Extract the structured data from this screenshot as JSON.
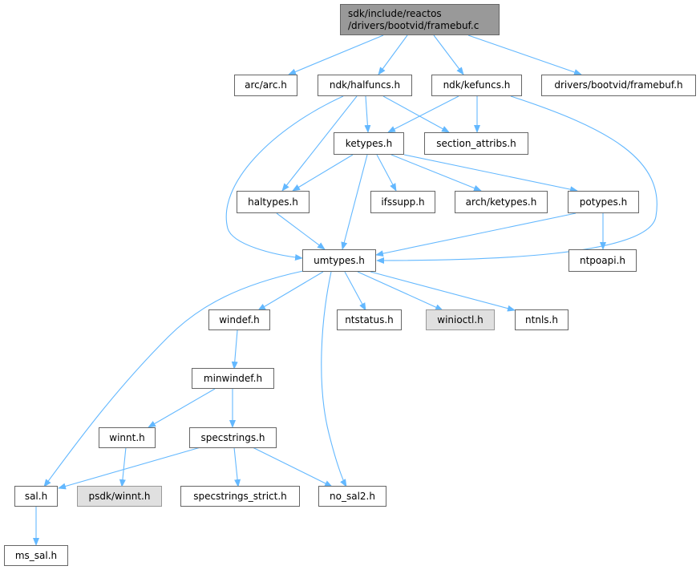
{
  "graph": {
    "root": {
      "line1": "sdk/include/reactos",
      "line2": "/drivers/bootvid/framebuf.c"
    },
    "nodes": {
      "arc": "arc/arc.h",
      "halfuncs": "ndk/halfuncs.h",
      "kefuncs": "ndk/kefuncs.h",
      "framebuf_h": "drivers/bootvid/framebuf.h",
      "ketypes": "ketypes.h",
      "section_attribs": "section_attribs.h",
      "haltypes": "haltypes.h",
      "ifssupp": "ifssupp.h",
      "arch_ketypes": "arch/ketypes.h",
      "potypes": "potypes.h",
      "umtypes": "umtypes.h",
      "ntpoapi": "ntpoapi.h",
      "windef": "windef.h",
      "ntstatus": "ntstatus.h",
      "winioctl": "winioctl.h",
      "ntnls": "ntnls.h",
      "minwindef": "minwindef.h",
      "winnt": "winnt.h",
      "specstrings": "specstrings.h",
      "sal": "sal.h",
      "psdk_winnt": "psdk/winnt.h",
      "specstrings_strict": "specstrings_strict.h",
      "no_sal2": "no_sal2.h",
      "ms_sal": "ms_sal.h"
    },
    "colors": {
      "edge": "#63b8ff",
      "root_fill": "#999999",
      "external_fill": "#e0e0e0"
    }
  }
}
